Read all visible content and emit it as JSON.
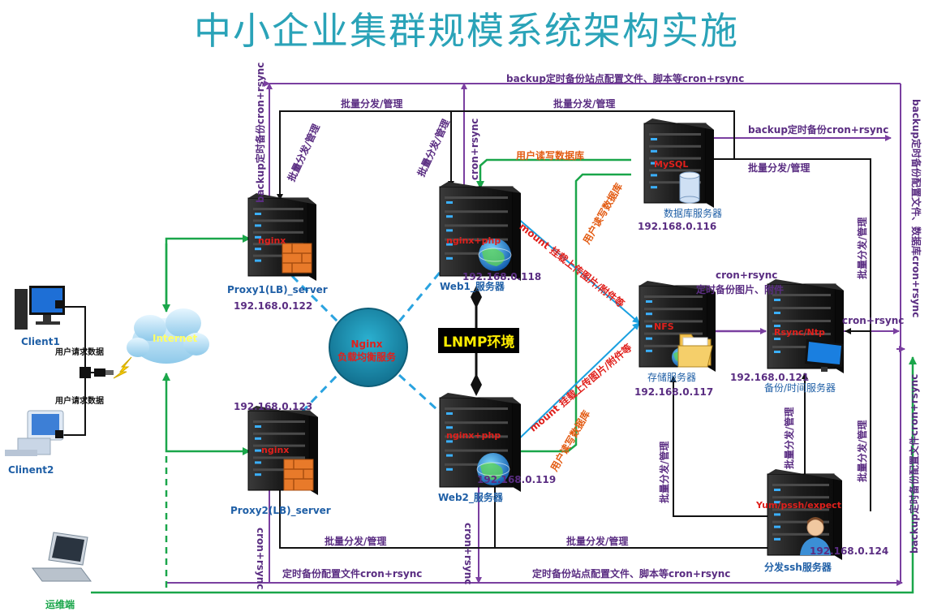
{
  "title": "中小企业集群规模系统架构实施",
  "center": {
    "lnmp": "LNMP环境",
    "nginx_circle": [
      "Nginx",
      "负载均衡服务"
    ],
    "internet": "Internet"
  },
  "clients": {
    "client1": "Client1",
    "client2": "Clinent2",
    "request1": "用户请求数据",
    "request2": "用户请求数据",
    "ops": "运维端"
  },
  "servers": {
    "proxy1": {
      "tag": "nginx",
      "name": "Proxy1(LB)_server",
      "ip": "192.168.0.122"
    },
    "proxy2": {
      "tag": "nginx",
      "name": "Proxy2(LB)_server",
      "ip": "192.168.0.123"
    },
    "web1": {
      "tag": "nginx+php",
      "name": "Web1_服务器",
      "ip": "192.168.0.118"
    },
    "web2": {
      "tag": "nginx+php",
      "name": "Web2_服务器",
      "ip": "192.168.0.119"
    },
    "mysql": {
      "tag": "MySQL",
      "name": "数据库服务器",
      "ip": "192.168.0.116"
    },
    "nfs": {
      "tag": "NFS",
      "name": "存储服务器",
      "ip": "192.168.0.117"
    },
    "rsync": {
      "tag": "Rsync/Ntp",
      "name": "备份/时间服务器",
      "ip": "192.168.0.121"
    },
    "ssh": {
      "tag": "Yum/pssh/expect",
      "name": "分发ssh服务器",
      "ip": "192.168.0.124"
    }
  },
  "edges": {
    "backup_top": "backup定时备份站点配置文件、脚本等cron+rsync",
    "batch_top_left": "批量分发/管理",
    "batch_top_right": "批量分发/管理",
    "backup_mysql": "backup定时备份cron+rsync",
    "batch_mysql": "批量分发/管理",
    "user_rw_db_1": "用户读写数据库",
    "user_rw_db_2": "用户读写数据库",
    "user_rw_db_3": "用户读写数据库",
    "mount_1": "mount 挂载上传图片/附件等",
    "mount_2": "mount 挂载上传图片/附件等",
    "cron_rsync_nfs": "cron+rsync",
    "backup_images": "定时备份图片、附件",
    "cron_rsync_right": "cron+rsync",
    "batch_bottom_left": "批量分发/管理",
    "batch_bottom_right": "批量分发/管理",
    "backup_bottom_left": "定时备份配置文件cron+rsync",
    "backup_bottom_right": "定时备份站点配置文件、脚本等cron+rsync",
    "v_backup_left": "backup定时备份cron+rsync",
    "v_batch_proxy1": "批量分发/管理",
    "v_batch_web1": "批量分发/管理",
    "v_cron_web1": "cron+rsync",
    "v_cron_proxy2": "cron+rsync",
    "v_cron_web2": "cron+rsync",
    "v_batch_nfs": "批量分发/管理",
    "v_batch_rsync": "批量分发/管理",
    "v_batch_right_top": "批量分发/管理",
    "v_batch_right_bottom": "批量分发/管理",
    "v_right_top": "backup定时备份配置文件、数据库cron+rsync",
    "v_right_bottom": "backup定时备份配置文件cron+rsync"
  },
  "colors": {
    "title": "#2aa3b8",
    "purple_line": "#7a3fa0",
    "green_line": "#1aa64a",
    "blue_line": "#1aa0e0",
    "dashed_blue": "#2aa3e0",
    "circle": "#1f8fb0"
  },
  "icons": {
    "server": "server-tower-icon",
    "firewall": "brick-firewall-icon",
    "globe": "globe-icon",
    "database": "database-cylinder-icon",
    "folder": "folder-icon",
    "monitor": "monitor-icon",
    "user": "user-avatar-icon",
    "cloud": "cloud-icon",
    "laptop": "laptop-icon",
    "desktop": "desktop-pc-icon"
  }
}
